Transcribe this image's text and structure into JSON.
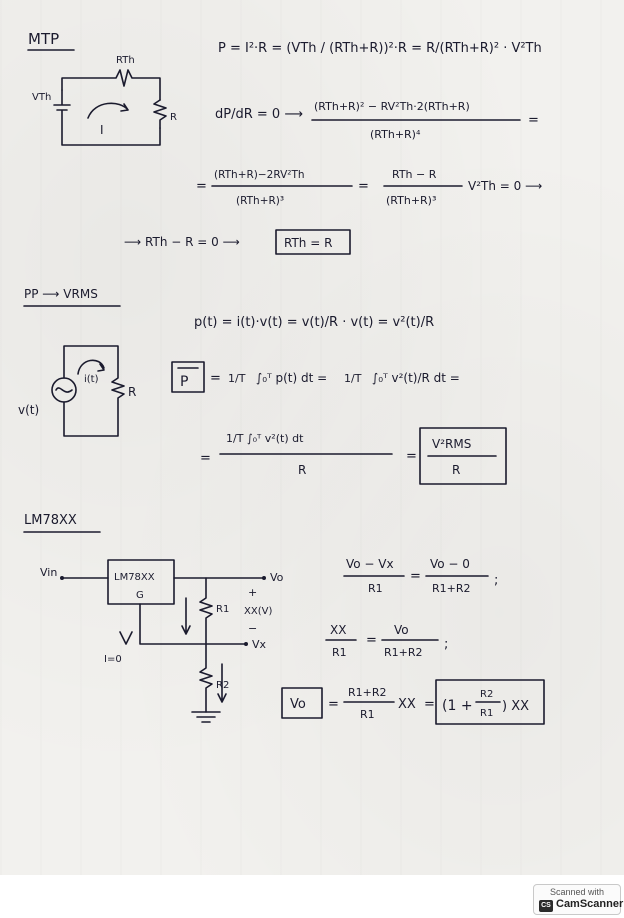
{
  "sections": {
    "mtp": {
      "title": "MTP",
      "circuit": {
        "source_label": "VTh",
        "resistor_top": "RTh",
        "load": "R",
        "current": "I"
      },
      "power_formula": "P = I²·R = (VTh / (RTh+R))²·R = R/(RTh+R)² · V²Th",
      "derivative": {
        "lhs": "dP/dR = 0 ⟶",
        "numerator": "(RTh+R)² − RV²Th·2(RTh+R)",
        "denominator": "(RTh+R)⁴",
        "eq_end": "="
      },
      "step2": {
        "eq": "=",
        "num1": "(RTh+R)−2RV²Th",
        "den1": "(RTh+R)³",
        "eq2": "=",
        "num2": "RTh − R",
        "den2": "(RTh+R)³",
        "tail": "V²Th = 0 ⟶"
      },
      "conclusion": {
        "text": "⟶ RTh − R = 0 ⟶",
        "boxed": "RTh = R"
      }
    },
    "pp": {
      "title": "PP ⟶ VRMS",
      "circuit": {
        "source": "v(t)",
        "current": "i(t)",
        "load": "R"
      },
      "instant": "p(t) = i(t)·v(t) = v(t)/R · v(t) = v²(t)/R",
      "average": {
        "lhs": "P",
        "eq": "=",
        "coef": "1/T",
        "int1": "∫₀ᵀ p(t) dt =",
        "coef2": "1/T",
        "int2": "∫₀ᵀ v²(t)/R dt ="
      },
      "final": {
        "eq": "=",
        "numer": "1/T ∫₀ᵀ v²(t) dt",
        "denom": "R",
        "eq2": "=",
        "boxed_num": "V²RMS",
        "boxed_den": "R"
      }
    },
    "lm78xx": {
      "title": "LM78XX",
      "circuit": {
        "vin": "Vin",
        "regulator": "LM78XX",
        "gnd_pin": "G",
        "vo": "Vo",
        "plus": "+",
        "minus": "−",
        "xxv": "XX(V)",
        "vx": "Vx",
        "r1": "R1",
        "r2": "R2",
        "i_zero": "I=0"
      },
      "eq1": {
        "num_l": "Vo − Vx",
        "den_l": "R1",
        "eq": "=",
        "num_r": "Vo − 0",
        "den_r": "R1+R2",
        "sep": ";"
      },
      "eq2": {
        "num_l": "XX",
        "den_l": "R1",
        "eq": "=",
        "num_r": "Vo",
        "den_r": "R1+R2",
        "sep": ";"
      },
      "eq3": {
        "vo": "Vo",
        "eq": "=",
        "frac_num": "R1+R2",
        "frac_den": "R1",
        "xx": "XX",
        "eq2": "=",
        "paren": "(1 +",
        "r2": "R2",
        "r1": "R1",
        "paren_close": ") XX"
      }
    }
  },
  "scanner": {
    "line1": "Scanned with",
    "logo": "CS",
    "line2": "CamScanner"
  },
  "colors": {
    "ink": "#1b1b2e",
    "paper": "#f2f1ee"
  }
}
